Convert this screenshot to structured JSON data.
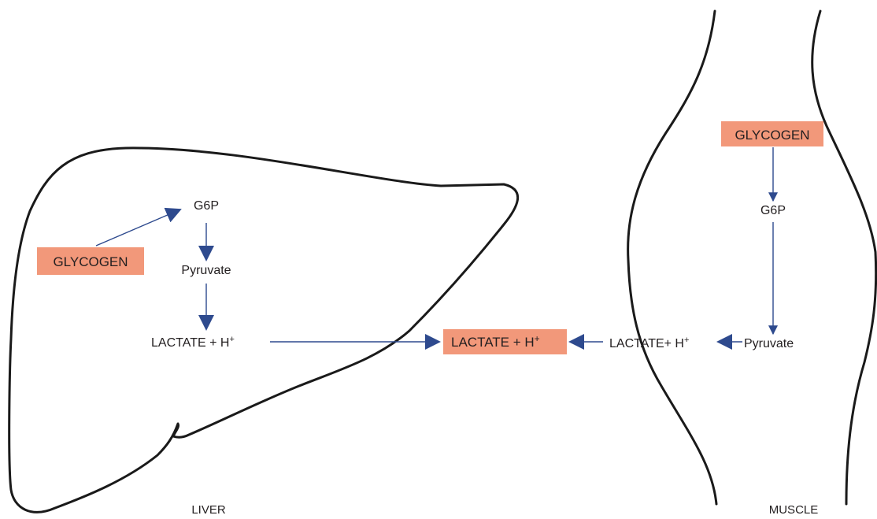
{
  "liver": {
    "caption": "LIVER",
    "glycogen": "GLYCOGEN",
    "g6p": "G6P",
    "pyruvate": "Pyruvate",
    "lactate": "LACTATE + H",
    "lactate_sup": "+"
  },
  "blood": {
    "lactate": "LACTATE + H",
    "lactate_sup": "+"
  },
  "muscle": {
    "caption": "MUSCLE",
    "glycogen": "GLYCOGEN",
    "g6p": "G6P",
    "pyruvate": "Pyruvate",
    "lactate": "LACTATE+ H",
    "lactate_sup": "+"
  },
  "colors": {
    "highlight_box": "#f2987a",
    "arrow": "#2e4a8e",
    "outline": "#1a1a1a"
  }
}
